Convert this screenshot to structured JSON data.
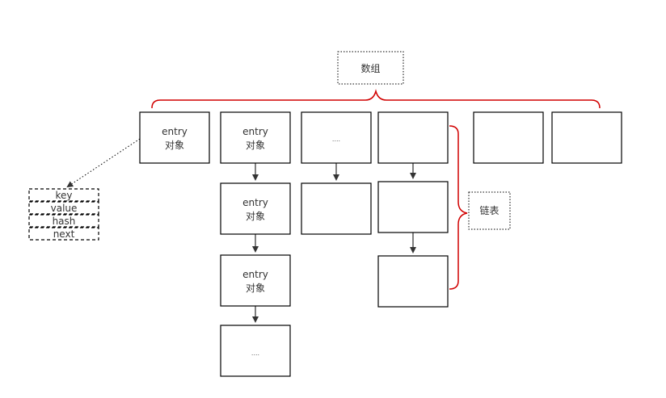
{
  "array_label": "数组",
  "linked_list_label": "链表",
  "array_cells": [
    {
      "line1": "entry",
      "line2": "对象"
    },
    {
      "line1": "entry",
      "line2": "对象"
    },
    {
      "line1": "....",
      "line2": ""
    },
    {
      "line1": "",
      "line2": ""
    },
    {
      "line1": "",
      "line2": ""
    },
    {
      "line1": "",
      "line2": ""
    }
  ],
  "chain_col2": [
    {
      "line1": "entry",
      "line2": "对象"
    },
    {
      "line1": "entry",
      "line2": "对象"
    },
    {
      "line1": "....",
      "line2": ""
    }
  ],
  "chain_col3": [
    {
      "line1": "",
      "line2": ""
    }
  ],
  "chain_col4": [
    {
      "line1": "",
      "line2": ""
    },
    {
      "line1": "",
      "line2": ""
    }
  ],
  "entry_fields": [
    "key",
    "value",
    "hash",
    "next"
  ],
  "colors": {
    "brace": "#d10000",
    "stroke": "#000000",
    "text": "#333333"
  }
}
